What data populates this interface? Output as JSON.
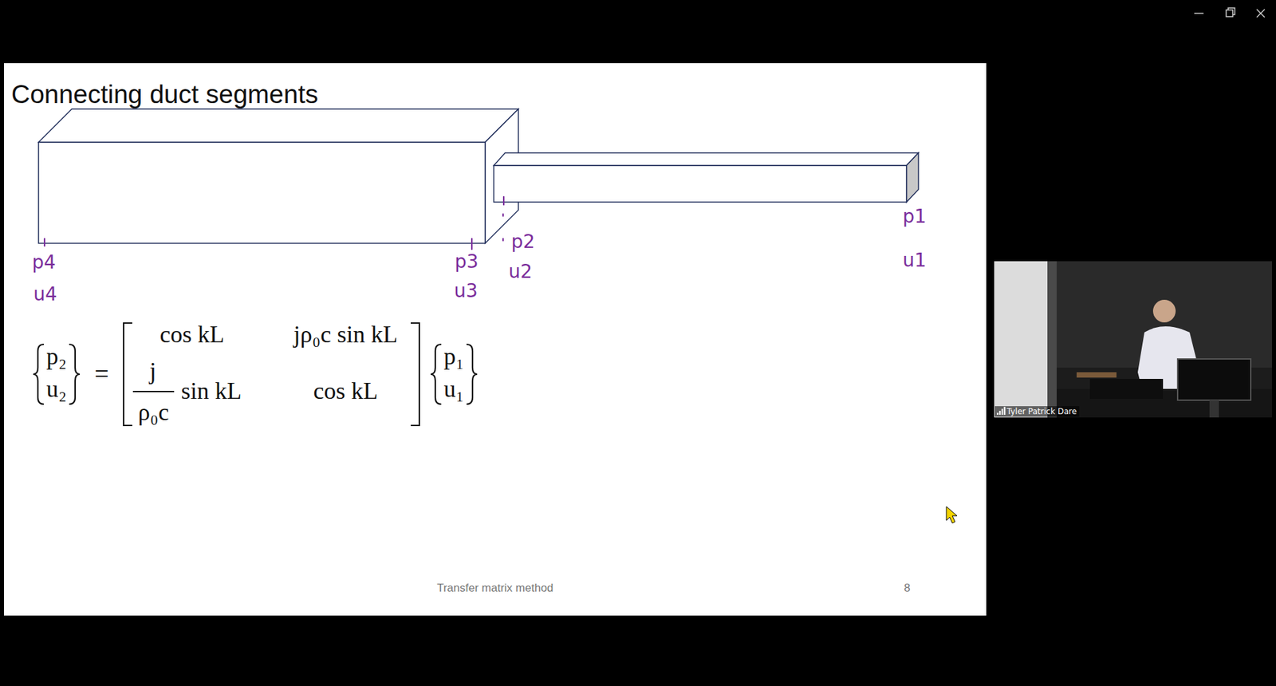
{
  "diagram": {
    "title": "Connecting duct segments",
    "nodes": [
      {
        "text": [
          "Tyler Patrick Dare"
        ]
      }
    ],
    "labels": [
      "p4",
      "u4",
      "p3",
      "u3",
      "p2",
      "u2",
      "p1",
      "u1",
      "p₂",
      "u₂",
      "=",
      "cos kL",
      "jρ₀c sin kL",
      "j",
      "ρ₀c",
      "sin kL",
      "cos kL",
      "p₁",
      "u₁",
      "Transfer matrix method",
      "8"
    ]
  }
}
